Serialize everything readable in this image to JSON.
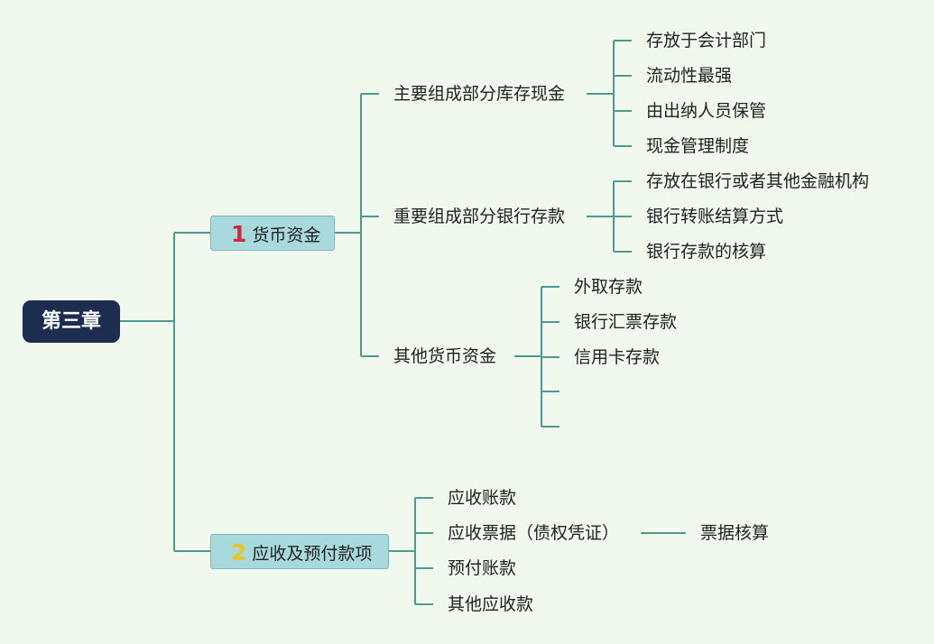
{
  "root": "第三章",
  "branch1": {
    "number": "1",
    "number_color": "#d8233a",
    "label": "货币资金",
    "children": [
      {
        "label": "主要组成部分库存现金",
        "items": [
          "存放于会计部门",
          "流动性最强",
          "由出纳人员保管",
          "现金管理制度"
        ]
      },
      {
        "label": "重要组成部分银行存款",
        "items": [
          "存放在银行或者其他金融机构",
          "银行转账结算方式",
          "银行存款的核算"
        ]
      },
      {
        "label": "其他货币资金",
        "items": [
          "外取存款",
          "银行汇票存款",
          "信用卡存款",
          "",
          ""
        ]
      }
    ]
  },
  "branch2": {
    "number": "2",
    "number_color": "#e8c52a",
    "label": "应收及预付款项",
    "children": [
      "应收账款",
      "应收票据（债权凭证）",
      "预付账款",
      "其他应收款"
    ],
    "sub": "票据核算"
  },
  "colors": {
    "background": "#f1f8ee",
    "line": "#4e9a8e",
    "root_bg": "#1d2d50",
    "level1_bg": "#a8d9dc"
  }
}
